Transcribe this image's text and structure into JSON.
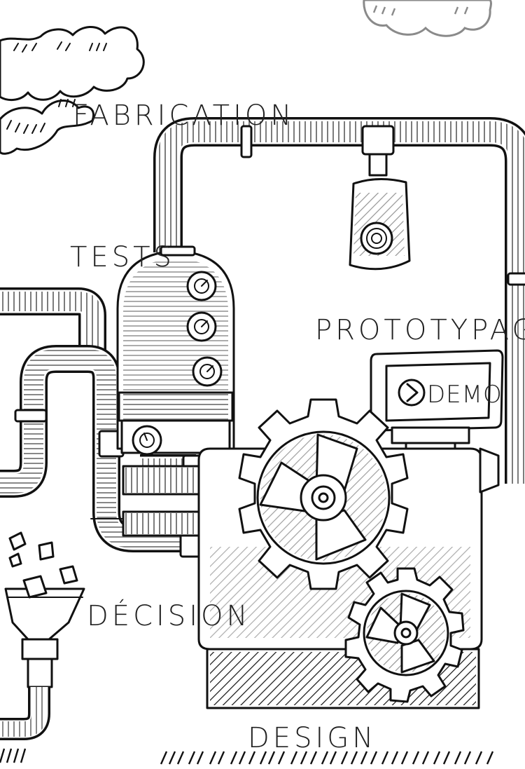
{
  "labels": {
    "fabrication": "FABRICATION",
    "tests": "TESTS",
    "prototypage": "PROTOTYPAGE",
    "demo": "DEMO",
    "decision": "DÉCISION",
    "design": "DESIGN"
  },
  "colors": {
    "ink": "#111111",
    "paper": "#ffffff",
    "cloud_grey": "#8a8a8a",
    "label_text": "#222222"
  },
  "icons": [
    "cloud-icon",
    "gauge-icon",
    "play-icon",
    "gear-icon",
    "funnel-icon",
    "cube-icon"
  ]
}
